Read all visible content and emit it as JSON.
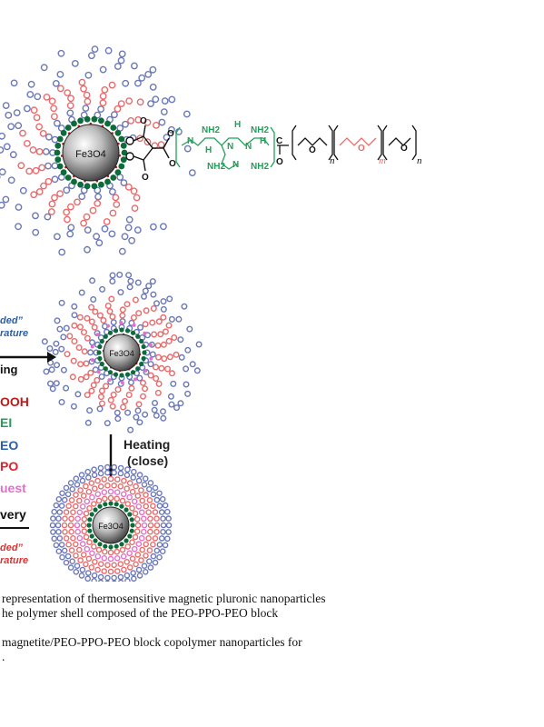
{
  "figure": {
    "particle_label": "Fe3O4",
    "chem_labels": {
      "nh2": "NH2",
      "n": "N",
      "h": "H",
      "nh": "H",
      "c": "C",
      "o": "O",
      "sub_n": "n",
      "sub_m": "m"
    },
    "legend": {
      "loaded": "ded”",
      "temperature_top": "rature",
      "loading": "ing",
      "cooh": "OOH",
      "pei": "EI",
      "peo": "EO",
      "ppo": "PO",
      "guest": "uest",
      "recovery": "very",
      "unloaded": "ded”",
      "temperature_bottom": "rature"
    },
    "heating_label": "Heating",
    "close_label": "(close)",
    "colors": {
      "peo": "#6b78b8",
      "ppo": "#e86b6b",
      "pei": "#22a05a",
      "cooh": "#c01818",
      "guest": "#e070c8",
      "legend_blue": "#2a5fa8"
    }
  },
  "caption": {
    "line1": "representation of thermosensitive magnetic pluronic nanoparticles",
    "line2": "he polymer shell composed of the PEO-PPO-PEO block",
    "line3": "magnetite/PEO-PPO-PEO block copolymer nanoparticles for",
    "line4": "."
  }
}
